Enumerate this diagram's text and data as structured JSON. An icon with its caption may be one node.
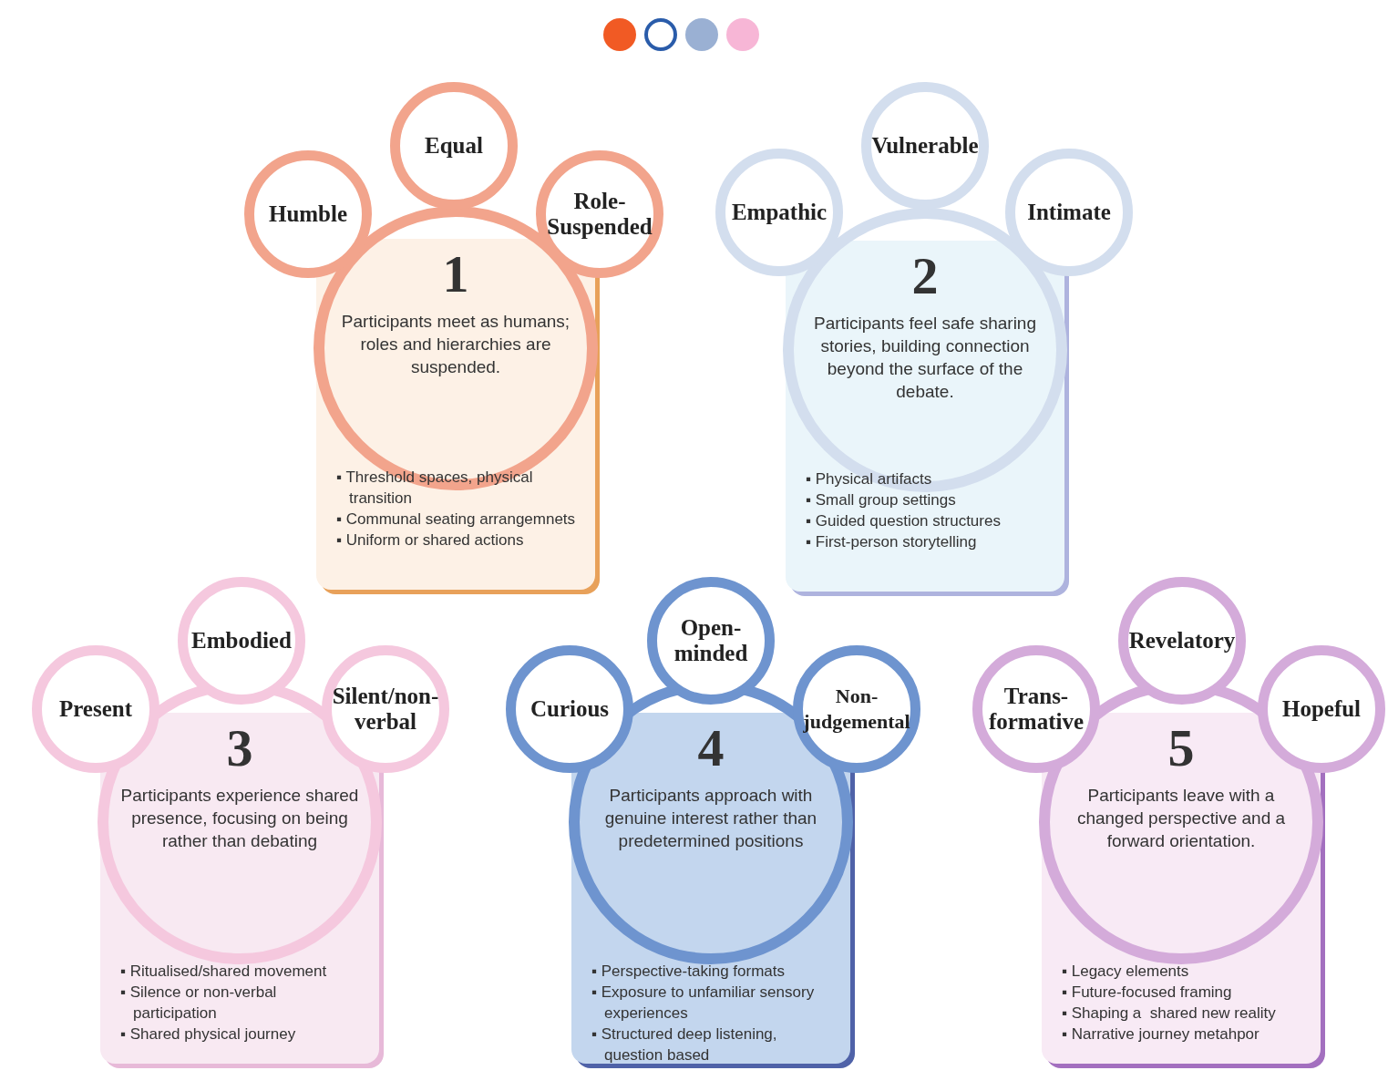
{
  "diagram": {
    "nodes": [
      {
        "text": [],
        "shape": "circle"
      },
      {
        "text": [],
        "shape": "circle"
      },
      {
        "text": [],
        "shape": "circle"
      },
      {
        "text": [],
        "shape": "circle"
      },
      {
        "text": [
          "1",
          "Participants meet as humans; roles and hierarchies are suspended.",
          "▪ Threshold spaces, physical transition",
          "▪ Communal seating arrangemnets",
          "▪ Uniform or shared actions"
        ]
      },
      {
        "text": [
          "Humble"
        ]
      },
      {
        "text": [
          "Equal"
        ]
      },
      {
        "text": [
          "Role-Suspended"
        ]
      },
      {
        "text": [
          "2",
          "Participants feel safe sharing stories, building connection beyond the surface of the debate.",
          "▪ Physical artifacts",
          "▪ Small group settings",
          "▪ Guided question structures",
          "▪ First-person storytelling"
        ]
      },
      {
        "text": [
          "Empathic"
        ]
      },
      {
        "text": [
          "Vulnerable"
        ]
      },
      {
        "text": [
          "Intimate"
        ]
      },
      {
        "text": [
          "3",
          "Participants experience shared presence, focusing on being rather than debating",
          "▪ Ritualised/shared movement",
          "▪ Silence or non-verbal participation",
          "▪ Shared physical journey"
        ]
      },
      {
        "text": [
          "Present"
        ]
      },
      {
        "text": [
          "Embodied"
        ]
      },
      {
        "text": [
          "Silent/non-verbal"
        ]
      },
      {
        "text": [
          "4",
          "Participants approach with genuine interest rather than predetermined positions",
          "▪ Perspective-taking formats",
          "▪ Exposure to unfamiliar sensory experiences",
          "▪ Structured deep listening, question based"
        ]
      },
      {
        "text": [
          "Curious"
        ]
      },
      {
        "text": [
          "Open-minded"
        ]
      },
      {
        "text": [
          "Non-judgemental"
        ]
      },
      {
        "text": [
          "5",
          "Participants leave with a changed perspective and a forward orientation.",
          "▪ Legacy elements",
          "▪ Future-focused framing",
          "▪ Shaping a  shared new reality",
          "▪ Narrative journey metahpor"
        ]
      },
      {
        "text": [
          "Trans-formative"
        ]
      },
      {
        "text": [
          "Revelatory"
        ]
      },
      {
        "text": [
          "Hopeful"
        ]
      }
    ],
    "edges": []
  }
}
